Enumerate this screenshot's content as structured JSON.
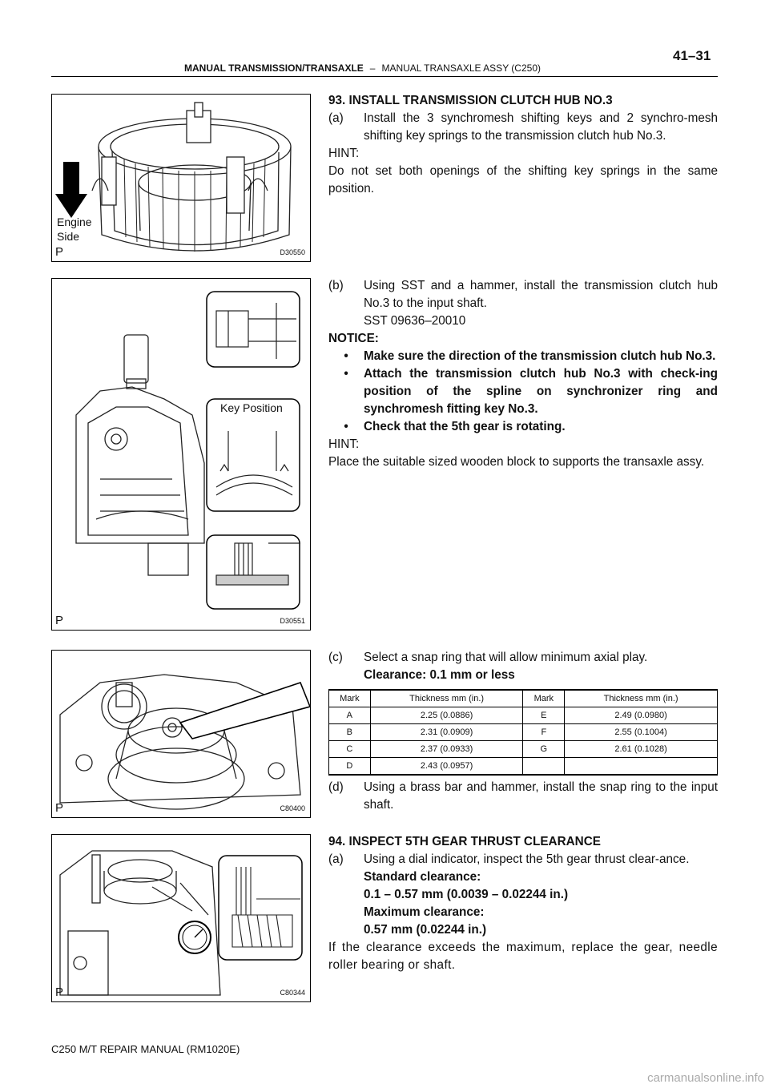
{
  "header": {
    "section": "MANUAL TRANSMISSION/TRANSAXLE",
    "separator": "–",
    "subsection": "MANUAL TRANSAXLE ASSY (C250)",
    "page_number": "41–31"
  },
  "figures": [
    {
      "code": "D30550",
      "p_mark": "P",
      "label": "Engine\nSide"
    },
    {
      "code": "D30551",
      "p_mark": "P",
      "label": "Key Position"
    },
    {
      "code": "C80400",
      "p_mark": "P"
    },
    {
      "code": "C80344",
      "p_mark": "P"
    }
  ],
  "step93": {
    "title": "93.   INSTALL TRANSMISSION CLUTCH HUB NO.3",
    "a_label": "(a)",
    "a_text": "Install the 3 synchromesh shifting keys and 2 synchro-mesh shifting key springs to the transmission clutch hub No.3.",
    "hint_label": "HINT:",
    "hint_text": "Do not set both openings of the shifting key springs in the same position.",
    "b_label": "(b)",
    "b_text": "Using SST and a hammer, install the transmission clutch hub No.3 to the input shaft.",
    "sst": "SST     09636–20010",
    "notice_label": "NOTICE:",
    "notices": [
      "Make sure the direction of the transmission clutch hub No.3.",
      "Attach the transmission clutch hub No.3 with check-ing position of the spline on synchronizer ring and synchromesh fitting key No.3.",
      "Check that the 5th gear is rotating."
    ],
    "hint2_label": "HINT:",
    "hint2_text": "Place the suitable sized wooden block to supports the transaxle assy.",
    "c_label": "(c)",
    "c_text": "Select a snap ring that will allow minimum axial play.",
    "clearance": "Clearance: 0.1 mm or less",
    "d_label": "(d)",
    "d_text": "Using a brass bar and hammer, install the snap ring to the input shaft."
  },
  "table": {
    "headers": [
      "Mark",
      "Thickness mm (in.)",
      "Mark",
      "Thickness mm (in.)"
    ],
    "rows": [
      [
        "A",
        "2.25 (0.0886)",
        "E",
        "2.49 (0.0980)"
      ],
      [
        "B",
        "2.31 (0.0909)",
        "F",
        "2.55 (0.1004)"
      ],
      [
        "C",
        "2.37 (0.0933)",
        "G",
        "2.61 (0.1028)"
      ],
      [
        "D",
        "2.43 (0.0957)",
        "",
        ""
      ]
    ]
  },
  "step94": {
    "title": "94.   INSPECT 5TH GEAR THRUST CLEARANCE",
    "a_label": "(a)",
    "a_text": "Using a dial indicator, inspect the 5th gear thrust clear-ance.",
    "std_label": "Standard clearance:",
    "std_value": "0.1 – 0.57 mm (0.0039 – 0.02244 in.)",
    "max_label": "Maximum clearance:",
    "max_value": "0.57 mm (0.02244 in.)",
    "closing": "If the clearance exceeds the maximum, replace the gear, needle roller bearing or shaft."
  },
  "footer": "C250 M/T REPAIR MANUAL   (RM1020E)",
  "watermark": "carmanualsonline.info"
}
